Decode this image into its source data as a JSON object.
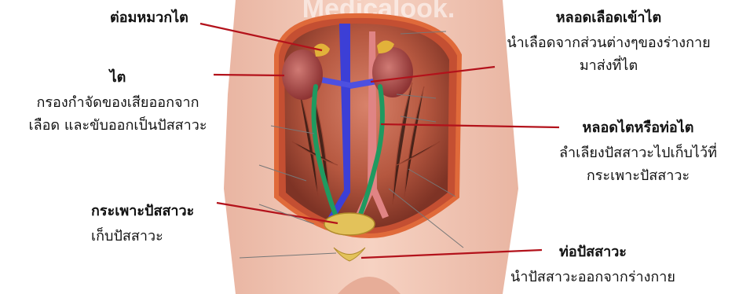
{
  "watermark": "Medicalook.",
  "labels": {
    "adrenal": {
      "title": "ต่อมหมวกไต"
    },
    "kidney": {
      "title": "ไต",
      "line1": "กรองกำจัดของเสียออกจาก",
      "line2": "เลือด และขับออกเป็นปัสสาวะ"
    },
    "bladder": {
      "title": "กระเพาะปัสสาวะ",
      "line1": "เก็บปัสสาวะ"
    },
    "renal_artery": {
      "title": "หลอดเลือดเข้าไต",
      "line1": "นำเลือดจากส่วนต่างๆของร่างกาย",
      "line2": "มาส่งที่ไต"
    },
    "ureter": {
      "title": "หลอดไตหรือท่อไต",
      "line1": "ลำเลียงปัสสาวะไปเก็บไว้ที่",
      "line2": "กระเพาะปัสสาวะ"
    },
    "urethra": {
      "title": "ท่อปัสสาวะ",
      "line1": "นำปัสสาวะออกจากร่างกาย"
    }
  },
  "colors": {
    "leader_line": "#b3121b",
    "skin": "#f2c6b4",
    "muscle": "#b8553f",
    "vein": "#3c3fd6",
    "artery": "#e07a7a",
    "ureter": "#1f9a60",
    "kidney": "#b24b4b",
    "adrenal": "#e2b23a",
    "bladder": "#e3c25a"
  }
}
